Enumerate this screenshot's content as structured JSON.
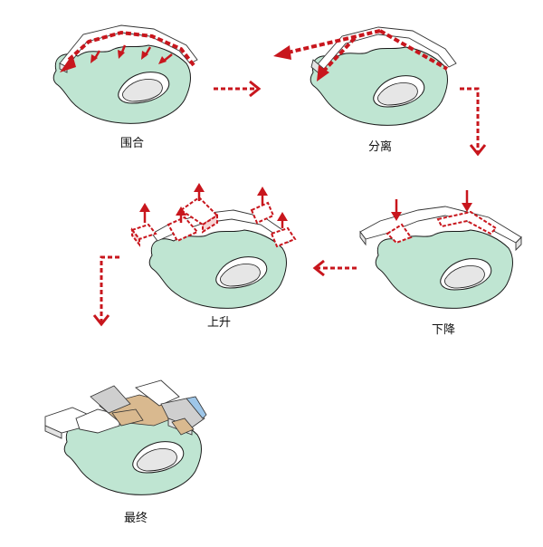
{
  "stages": [
    {
      "id": "enclose",
      "label": "围合"
    },
    {
      "id": "separate",
      "label": "分离"
    },
    {
      "id": "descend",
      "label": "下降"
    },
    {
      "id": "rise",
      "label": "上升"
    },
    {
      "id": "final",
      "label": "最终"
    }
  ],
  "colors": {
    "arrow_red": "#c8161d",
    "island_green": "#bfe5d2",
    "pond_white": "#ffffff",
    "outline": "#1a1a1a",
    "building_side": "#e4e4e4",
    "final_wood": "#d9b98f",
    "final_glass": "#9ec6e8"
  }
}
